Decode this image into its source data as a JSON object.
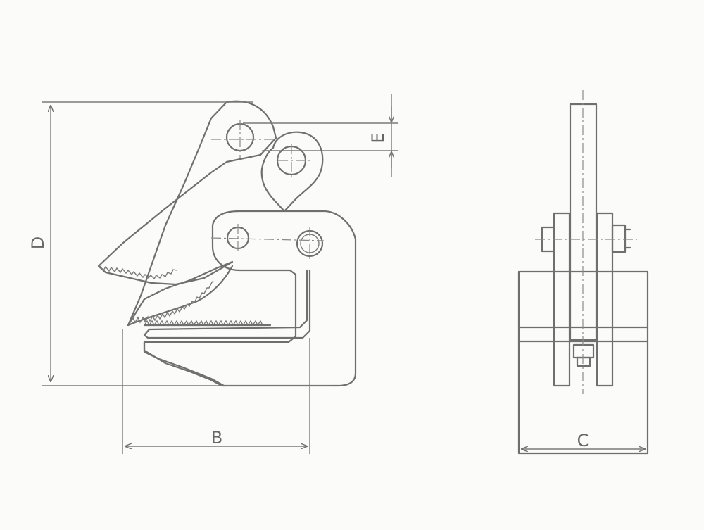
{
  "drawing": {
    "labels": {
      "d": "D",
      "e": "E",
      "b": "B",
      "c": "C"
    }
  }
}
